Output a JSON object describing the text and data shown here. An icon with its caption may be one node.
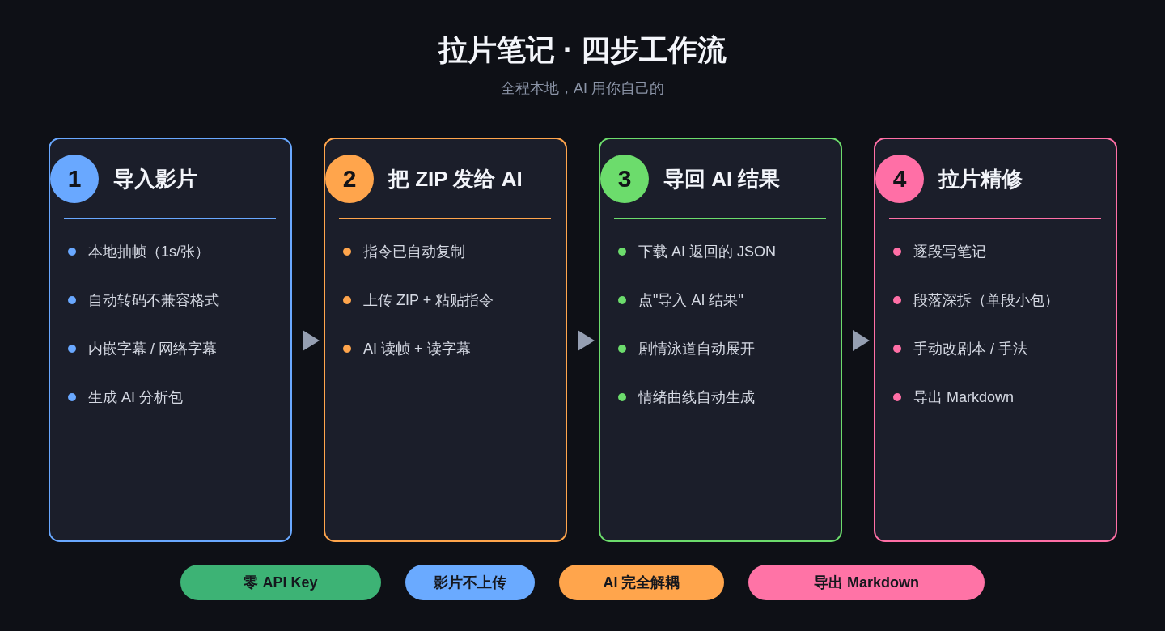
{
  "diagram": {
    "title": "拉片笔记 · 四步工作流",
    "nodes": [
      {
        "text": [
          "导入影片",
          "本地抽帧（1s/张）",
          "自动转码不兼容格式",
          "内嵌字幕 / 网络字幕",
          "生成 AI 分析包"
        ]
      },
      {
        "text": [
          "1"
        ],
        "in": 0
      },
      {
        "text": [
          "把 ZIP 发给 AI",
          "指令已自动复制",
          "上传 ZIP + 粘贴指令",
          "AI 读帧 + 读字幕"
        ]
      },
      {
        "text": [
          "2"
        ],
        "in": 2
      },
      {
        "text": [
          "导回 AI 结果",
          "下载 AI 返回的 JSON",
          "点\"导入 AI 结果\"",
          "剧情泳道自动展开",
          "情绪曲线自动生成"
        ]
      },
      {
        "text": [
          "3"
        ],
        "in": 4
      },
      {
        "text": [
          "拉片精修",
          "逐段写笔记",
          "段落深拆（单段小包）",
          "手动改剧本 / 手法",
          "导出 Markdown"
        ]
      },
      {
        "text": [
          "4"
        ],
        "in": 6
      },
      {
        "text": [
          "零 API Key"
        ]
      },
      {
        "text": [
          "影片不上传"
        ]
      },
      {
        "text": [
          "AI 完全解耦"
        ]
      },
      {
        "text": [
          "导出 Markdown"
        ]
      }
    ],
    "edges": [
      {
        "from": 0,
        "to": 2,
        "arrow": "to"
      },
      {
        "from": 2,
        "to": 4,
        "arrow": "to"
      },
      {
        "from": 4,
        "to": 6,
        "arrow": "to"
      }
    ],
    "labels": [
      "全程本地，AI 用你自己的"
    ]
  }
}
